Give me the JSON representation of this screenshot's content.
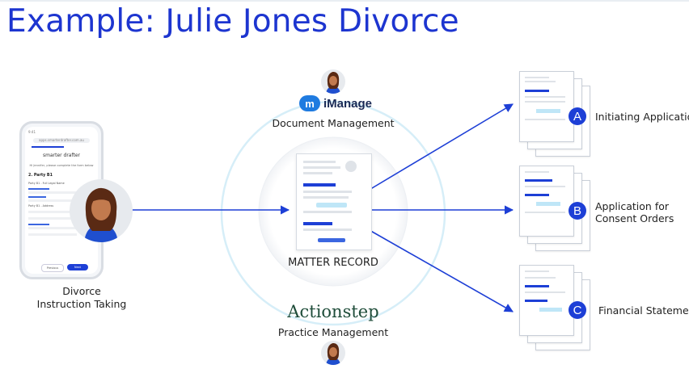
{
  "title": "Example: Julie Jones Divorce",
  "left": {
    "caption_line1": "Divorce",
    "caption_line2": "Instruction Taking",
    "phone": {
      "url": "apps.smarterdrafter.com.au",
      "brand": "smarter drafter",
      "greeting": "Hi Jennifer, please complete the form below",
      "section": "2. Party B1",
      "field1": "Party B1 - Full Legal Name",
      "field2": "Party B1 - Address",
      "previous": "Previous",
      "next": "Next"
    }
  },
  "center": {
    "imanage_brand": "iManage",
    "imanage_caption": "Document Management",
    "record_label": "MATTER RECORD",
    "actionstep_brand": "Actionstep",
    "actionstep_caption": "Practice Management"
  },
  "outputs": [
    {
      "letter": "A",
      "label_line1": "Initiating Application",
      "label_line2": ""
    },
    {
      "letter": "B",
      "label_line1": "Application for",
      "label_line2": "Consent Orders"
    },
    {
      "letter": "C",
      "label_line1": "Financial Statements",
      "label_line2": ""
    }
  ],
  "colors": {
    "brand_blue": "#1d3fd6",
    "title_blue": "#1d35d0",
    "ring": "#d8eef8",
    "highlight": "#bfe6f7",
    "actionstep_green": "#1f4d3a",
    "imanage_blue": "#1f7be0"
  },
  "icons": {
    "user_avatar": "person-avatar-icon",
    "imanage": "imanage-logo-icon",
    "phone": "smartphone-icon"
  }
}
